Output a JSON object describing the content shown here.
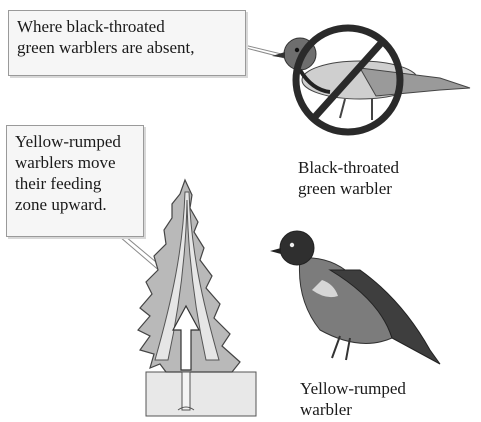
{
  "callouts": {
    "absent": {
      "lines": [
        "Where black-throated",
        "green warblers are absent,"
      ]
    },
    "rumped": {
      "lines": [
        "Yellow-rumped",
        "warblers move",
        "their feeding",
        "zone upward."
      ]
    }
  },
  "captions": {
    "black_throated": {
      "lines": [
        "Black-throated",
        "green warbler"
      ]
    },
    "yellow_rumped": {
      "lines": [
        "Yellow-rumped",
        "warbler"
      ]
    }
  },
  "icons": {
    "prohibition": "no-symbol-icon",
    "bird_absent": "black-throated-green-warbler-icon",
    "bird_present": "yellow-rumped-warbler-icon",
    "tree": "conifer-tree-icon",
    "arrow": "upward-arrow-icon"
  },
  "colors": {
    "tree_fill": "#b9b9b9",
    "zone_fill": "#e6e6e6",
    "prohibition": "#2a2a2a"
  }
}
